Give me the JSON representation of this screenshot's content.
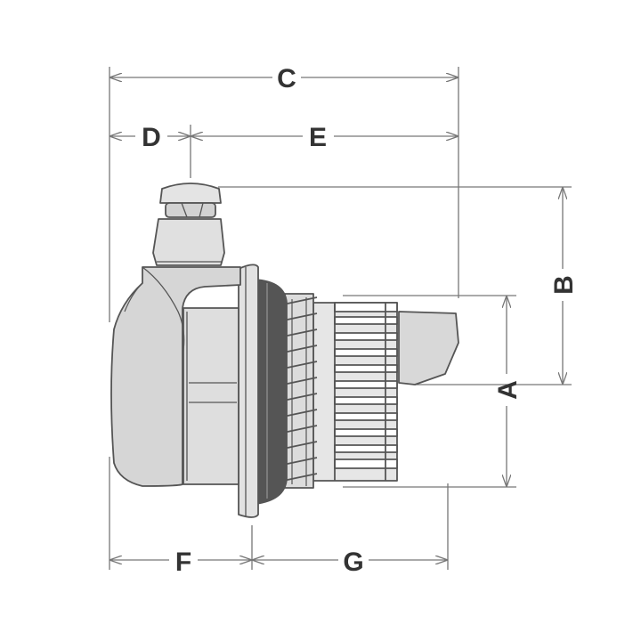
{
  "diagram": {
    "dimension_labels": {
      "a": "A",
      "b": "B",
      "c": "C",
      "d": "D",
      "e": "E",
      "f": "F",
      "g": "G"
    }
  },
  "colors": {
    "line": "#555555",
    "dimension": "#777777",
    "body_fill": "#dcdcdc",
    "body_shadow": "#cfcfcf",
    "gasket": "#555555",
    "tab_fill": "#d8d8d8"
  }
}
